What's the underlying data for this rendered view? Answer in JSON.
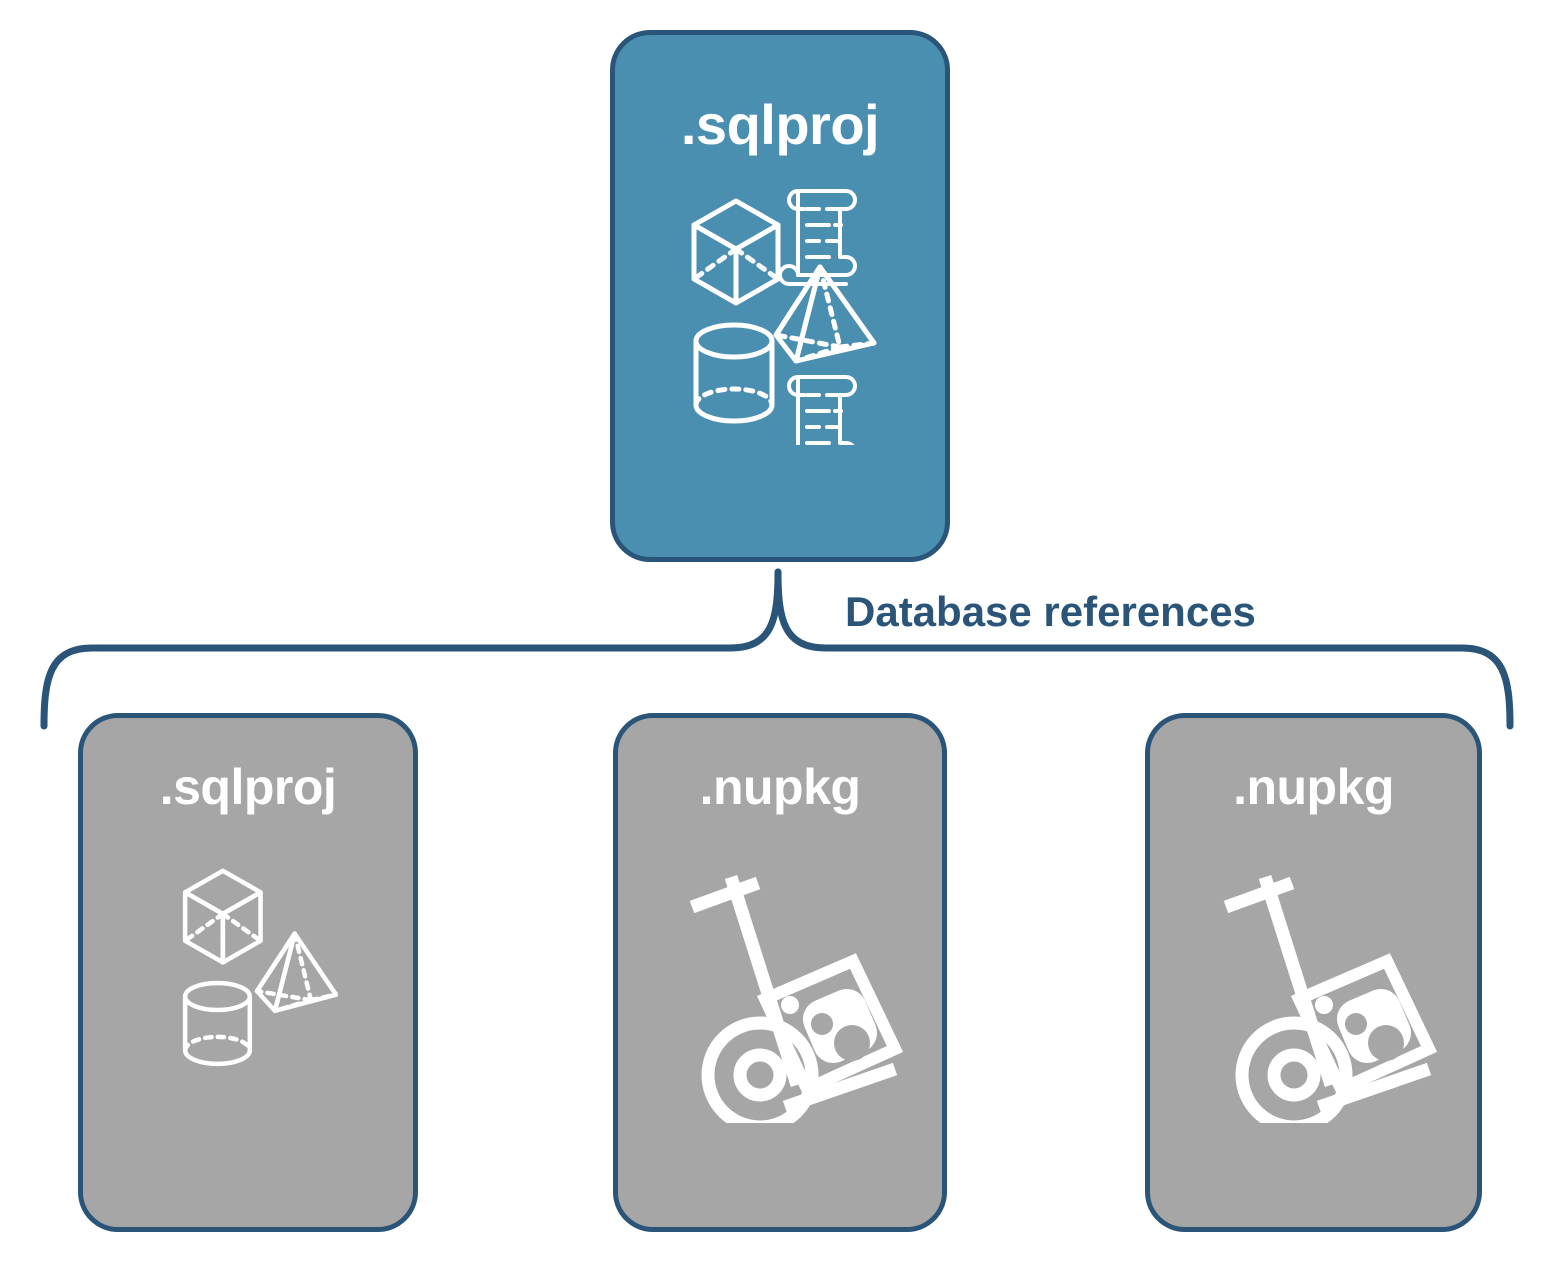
{
  "diagram": {
    "title_text": "Database references",
    "colors": {
      "accent_blue": "#4a8fb0",
      "neutral_gray": "#a6a6a6",
      "outline_navy": "#2a5578",
      "icon_white": "#ffffff",
      "background": "#ffffff"
    },
    "connector": {
      "label": "Database references",
      "style": "curly-brace",
      "direction": "one-to-many"
    },
    "parent": {
      "id": "parent-sqlproj",
      "label": ".sqlproj",
      "fill": "blue",
      "icons": [
        "cube-icon",
        "pyramid-icon",
        "cylinder-icon",
        "scroll-icon",
        "scroll-icon"
      ]
    },
    "children": [
      {
        "id": "child-sqlproj",
        "label": ".sqlproj",
        "fill": "gray",
        "icons": [
          "cube-icon",
          "pyramid-icon",
          "cylinder-icon"
        ]
      },
      {
        "id": "child-nupkg-1",
        "label": ".nupkg",
        "fill": "gray",
        "icons": [
          "hand-truck-package-icon"
        ]
      },
      {
        "id": "child-nupkg-2",
        "label": ".nupkg",
        "fill": "gray",
        "icons": [
          "hand-truck-package-icon"
        ]
      }
    ]
  }
}
